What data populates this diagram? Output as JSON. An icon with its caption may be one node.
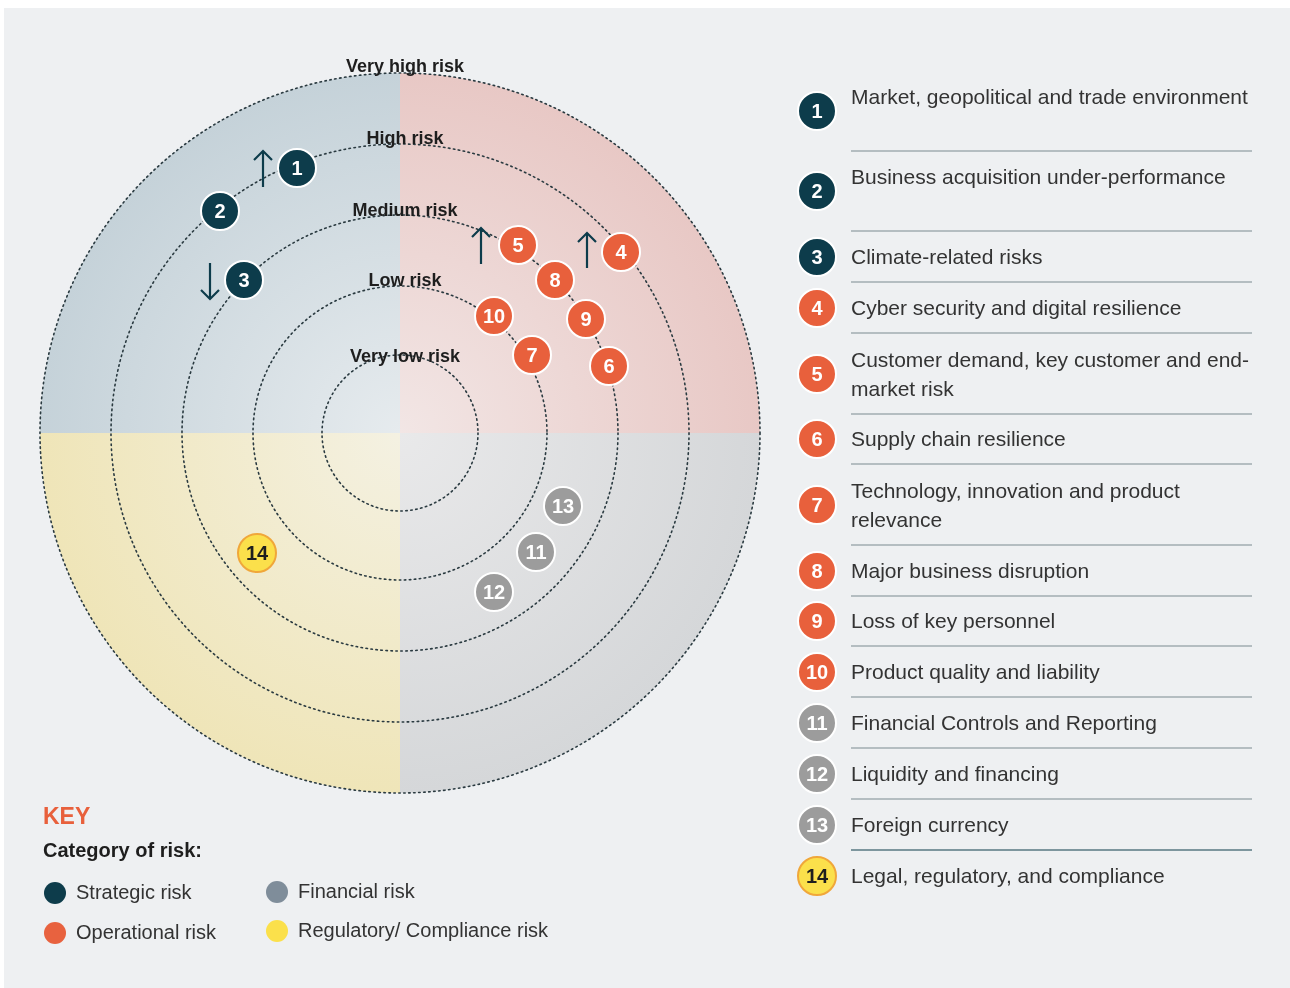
{
  "diagram": {
    "labels": [
      "Very high risk",
      "High risk",
      "Medium risk",
      "Low risk",
      "Very low risk",
      "1",
      "2",
      "3",
      "4",
      "5",
      "6",
      "7",
      "8",
      "9",
      "10",
      "11",
      "12",
      "13",
      "14",
      "1",
      "Market, geopolitical and trade environment",
      "2",
      "Business acquisition under-performance",
      "3",
      "Climate-related risks",
      "4",
      "Cyber security and digital resilience",
      "5",
      "Customer demand, key customer and end-market risk",
      "6",
      "Supply chain resilience",
      "7",
      "Technology, innovation and product relevance",
      "8",
      "Major business disruption",
      "9",
      "Loss of key personnel",
      "10",
      "Product quality and liability",
      "11",
      "Financial Controls and Reporting",
      "12",
      "Liquidity and financing",
      "13",
      "Foreign currency",
      "14",
      "Legal, regulatory, and compliance",
      "KEY",
      "Category of risk:"
    ],
    "legend": [
      {
        "text": "Strategic risk",
        "color": "#0d3c4b"
      },
      {
        "text": "Financial risk",
        "color": "#7f8d9a"
      },
      {
        "text": "Operational risk",
        "color": "#e8623f"
      },
      {
        "text": "Regulatory/ Compliance risk",
        "color": "#fbe04b"
      }
    ]
  }
}
